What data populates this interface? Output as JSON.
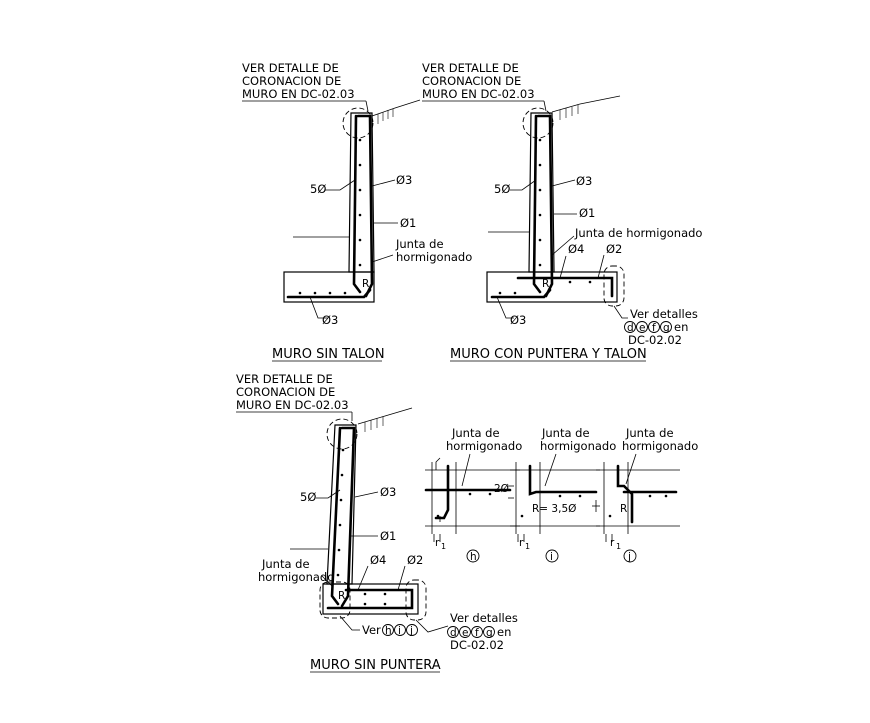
{
  "labels": {
    "ver_detalle_1": "VER DETALLE DE",
    "ver_detalle_2": "CORONACION DE",
    "ver_detalle_3": "MURO EN DC-02.03",
    "phi1": "Ø1",
    "phi2": "Ø2",
    "phi3": "Ø3",
    "phi4": "Ø4",
    "five_phi": "5Ø",
    "junta_1": "Junta de",
    "junta_2": "hormigonado",
    "junta_full": "Junta de hormigonado",
    "ver_detalles": "Ver detalles",
    "letters_defg": "d e f g",
    "en": "en",
    "dc0202": "DC-02.02",
    "ver": "Ver",
    "letters_hij": "h i j",
    "R": "R",
    "two_phi": "2Ø",
    "r_dim": "R= 3,5Ø",
    "r1": "r",
    "r1_sub": "1",
    "det_h": "h",
    "det_i": "i",
    "det_j": "j",
    "d": "d",
    "e": "e",
    "f": "f",
    "g": "g"
  },
  "titles": {
    "muro_sin_talon": "MURO SIN TALON",
    "muro_con_puntera": "MURO CON PUNTERA Y TALON",
    "muro_sin_puntera": "MURO SIN PUNTERA"
  }
}
